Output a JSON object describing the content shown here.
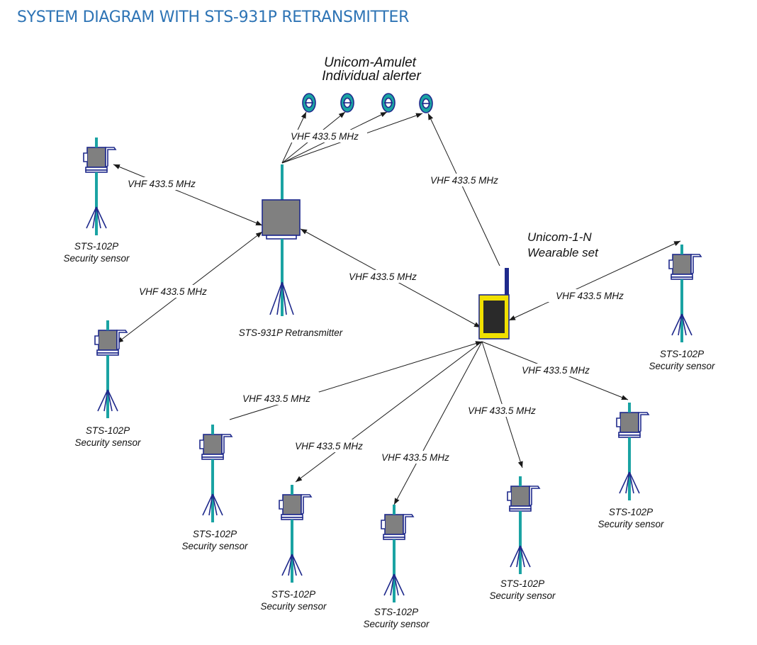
{
  "page": {
    "title": "SYSTEM DIAGRAM WITH STS-931P RETRANSMITTER"
  },
  "colors": {
    "title": "#2e74b5",
    "mast": "#1aa3a3",
    "outline": "#1f2a8c",
    "box": "#808080",
    "handset_frame": "#f0e000"
  },
  "amulet_group": {
    "label_line1": "Unicom-Amulet",
    "label_line2": "Individual alerter",
    "icon": "amulet-icon"
  },
  "retransmitter": {
    "label": "STS-931P Retransmitter",
    "icon": "retransmitter-icon"
  },
  "wearable_set": {
    "label_line1": "Unicom-1-N",
    "label_line2": "Wearable set",
    "icon": "wearable-set-icon"
  },
  "sensor_label": {
    "line1": "STS-102P",
    "line2": "Security sensor"
  },
  "links": [
    {
      "id": "retx-amulets",
      "label": "VHF 433.5 MHz"
    },
    {
      "id": "wearable-amulet",
      "label": "VHF 433.5 MHz"
    },
    {
      "id": "sensor-topleft-retx",
      "label": "VHF 433.5 MHz"
    },
    {
      "id": "sensor-left-retx",
      "label": "VHF 433.5 MHz"
    },
    {
      "id": "retx-wearable",
      "label": "VHF 433.5 MHz"
    },
    {
      "id": "wearable-sensor-right",
      "label": "VHF 433.5 MHz"
    },
    {
      "id": "wearable-sensor-r2",
      "label": "VHF 433.5 MHz"
    },
    {
      "id": "wearable-sensor-b1",
      "label": "VHF 433.5 MHz"
    },
    {
      "id": "wearable-sensor-b2",
      "label": "VHF 433.5 MHz"
    },
    {
      "id": "wearable-sensor-b3",
      "label": "VHF 433.5 MHz"
    },
    {
      "id": "wearable-sensor-b4",
      "label": "VHF 433.5 MHz"
    }
  ]
}
